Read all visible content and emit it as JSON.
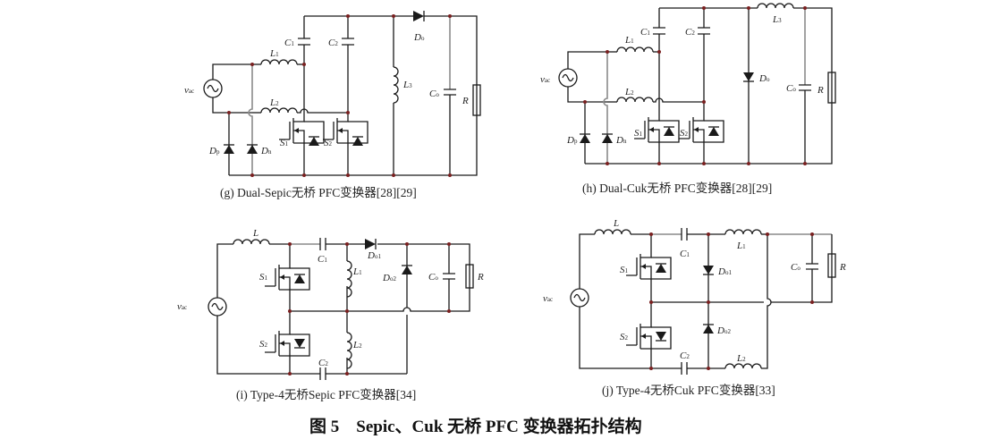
{
  "figure": {
    "title": "图 5　Sepic、Cuk 无桥 PFC 变换器拓扑结构",
    "number": "图 5",
    "title_text": "Sepic、Cuk 无桥 PFC 变换器拓扑结构"
  },
  "panels": [
    {
      "id": "g",
      "caption": "(g) Dual-Sepic无桥 PFC变换器[28][29]",
      "labels": {
        "source": "v",
        "source_sub": "ac",
        "L1": "L",
        "L1_sub": "1",
        "L2": "L",
        "L2_sub": "2",
        "L3": "L",
        "L3_sub": "3",
        "C1": "C",
        "C1_sub": "1",
        "C2": "C",
        "C2_sub": "2",
        "Co": "C",
        "Co_sub": "o",
        "R": "R",
        "Do": "D",
        "Do_sub": "o",
        "Dp": "D",
        "Dp_sub": "p",
        "Dn": "D",
        "Dn_sub": "n",
        "S1": "S",
        "S1_sub": "1",
        "S2": "S",
        "S2_sub": "2"
      }
    },
    {
      "id": "h",
      "caption": "(h) Dual-Cuk无桥 PFC变换器[28][29]",
      "labels": {
        "source": "v",
        "source_sub": "ac",
        "L1": "L",
        "L1_sub": "1",
        "L2": "L",
        "L2_sub": "2",
        "L3": "L",
        "L3_sub": "3",
        "C1": "C",
        "C1_sub": "1",
        "C2": "C",
        "C2_sub": "2",
        "Co": "C",
        "Co_sub": "o",
        "R": "R",
        "Do": "D",
        "Do_sub": "o",
        "Dp": "D",
        "Dp_sub": "p",
        "Dn": "D",
        "Dn_sub": "n",
        "S1": "S",
        "S1_sub": "1",
        "S2": "S",
        "S2_sub": "2"
      }
    },
    {
      "id": "i",
      "caption": "(i) Type-4无桥Sepic PFC变换器[34]",
      "labels": {
        "source": "v",
        "source_sub": "ac",
        "L": "L",
        "L1": "L",
        "L1_sub": "1",
        "L2": "L",
        "L2_sub": "2",
        "C1": "C",
        "C1_sub": "1",
        "C2": "C",
        "C2_sub": "2",
        "Co": "C",
        "Co_sub": "o",
        "R": "R",
        "Do1": "D",
        "Do1_sub": "o1",
        "Do2": "D",
        "Do2_sub": "o2",
        "S1": "S",
        "S1_sub": "1",
        "S2": "S",
        "S2_sub": "2"
      }
    },
    {
      "id": "j",
      "caption": "(j) Type-4无桥Cuk PFC变换器[33]",
      "labels": {
        "source": "v",
        "source_sub": "ac",
        "L": "L",
        "L1": "L",
        "L1_sub": "1",
        "L2": "L",
        "L2_sub": "2",
        "C1": "C",
        "C1_sub": "1",
        "C2": "C",
        "C2_sub": "2",
        "Co": "C",
        "Co_sub": "o",
        "R": "R",
        "Do1": "D",
        "Do1_sub": "o1",
        "Do2": "D",
        "Do2_sub": "o2",
        "S1": "S",
        "S1_sub": "1",
        "S2": "S",
        "S2_sub": "2"
      }
    }
  ]
}
